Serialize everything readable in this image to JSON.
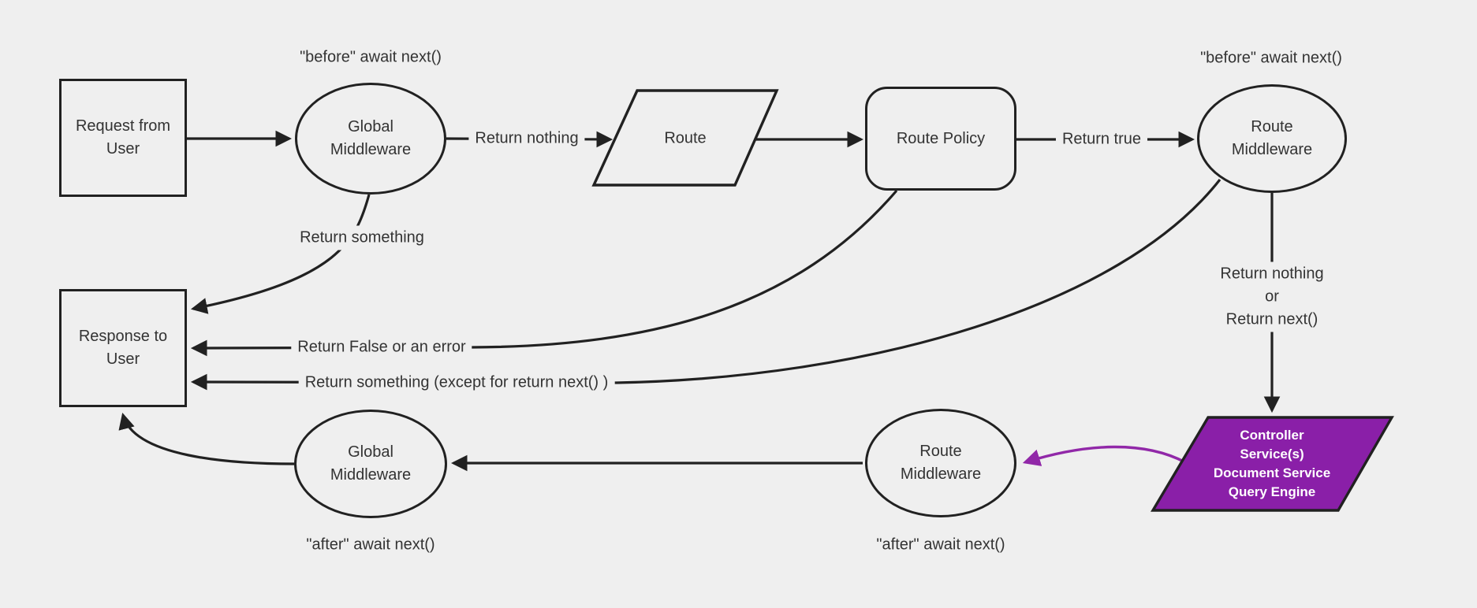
{
  "colors": {
    "background": "#efefef",
    "line": "#212121",
    "text": "#333333",
    "purple_fill": "#8a1fa8",
    "purple_edge": "#9128a8",
    "controller_text": "#ffffff"
  },
  "nodes": {
    "request": {
      "shape": "rectangle",
      "label": "Request from\nUser"
    },
    "global_middleware_top": {
      "shape": "ellipse",
      "label": "Global\nMiddleware"
    },
    "route": {
      "shape": "parallelogram",
      "label": "Route"
    },
    "route_policy": {
      "shape": "rounded-rectangle",
      "label": "Route Policy"
    },
    "route_middleware_top": {
      "shape": "ellipse",
      "label": "Route\nMiddleware"
    },
    "response": {
      "shape": "rectangle",
      "label": "Response to\nUser"
    },
    "global_middleware_bottom": {
      "shape": "ellipse",
      "label": "Global\nMiddleware"
    },
    "route_middleware_bottom": {
      "shape": "ellipse",
      "label": "Route\nMiddleware"
    },
    "controller": {
      "shape": "parallelogram",
      "label": "Controller\nService(s)\nDocument Service\nQuery Engine"
    }
  },
  "labels": {
    "before_await_next_left": "\"before\" await next()",
    "before_await_next_right": "\"before\" await next()",
    "return_nothing": "Return nothing",
    "return_true": "Return true",
    "return_something": "Return something",
    "return_false_or_error": "Return False or an error",
    "return_something_except": "Return something (except for return next() )",
    "return_nothing_or_next": "Return nothing\nor\nReturn next()",
    "after_await_next_left": "\"after\" await next()",
    "after_await_next_right": "\"after\" await next()"
  }
}
